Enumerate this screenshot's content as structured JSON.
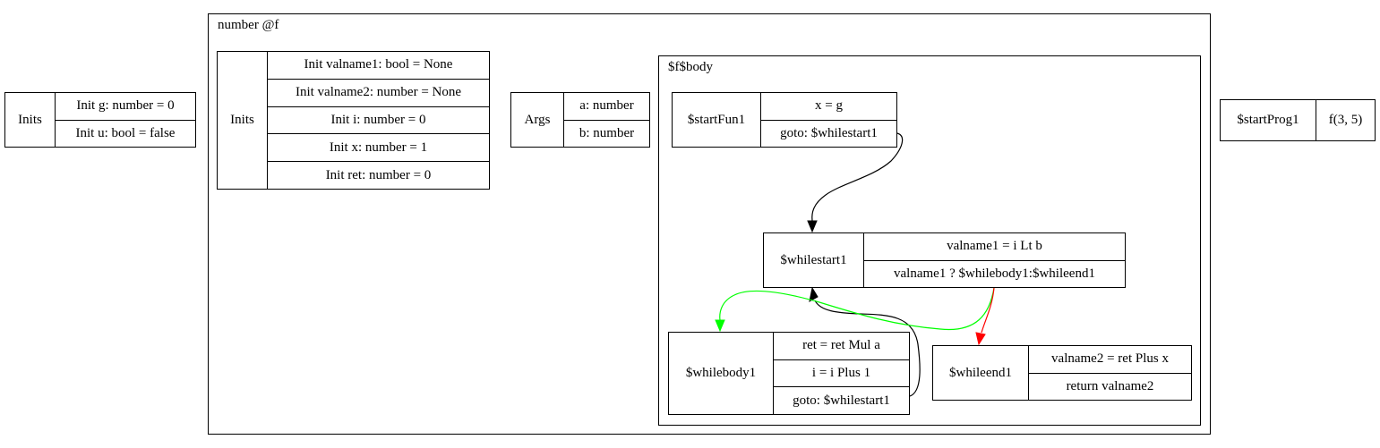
{
  "global_inits": {
    "label": "Inits",
    "rows": [
      "Init g: number = 0",
      "Init u: bool = false"
    ]
  },
  "function_cluster": {
    "title": "number @f",
    "inits": {
      "label": "Inits",
      "rows": [
        "Init valname1: bool = None",
        "Init valname2: number = None",
        "Init i: number = 0",
        "Init x: number = 1",
        "Init ret: number = 0"
      ]
    },
    "args": {
      "label": "Args",
      "rows": [
        "a: number",
        "b: number"
      ]
    },
    "body_cluster": {
      "title": "$f$body",
      "startFun": {
        "label": "$startFun1",
        "rows": [
          "x = g",
          "goto: $whilestart1"
        ]
      },
      "whilestart": {
        "label": "$whilestart1",
        "rows": [
          "valname1 = i Lt b",
          "valname1 ? $whilebody1:$whileend1"
        ]
      },
      "whilebody": {
        "label": "$whilebody1",
        "rows": [
          "ret = ret Mul a",
          "i = i Plus 1",
          "goto: $whilestart1"
        ]
      },
      "whileend": {
        "label": "$whileend1",
        "rows": [
          "valname2 = ret Plus x",
          "return valname2"
        ]
      }
    }
  },
  "startProg": {
    "label": "$startProg1",
    "rows": [
      "f(3, 5)"
    ]
  },
  "edge_colors": {
    "default": "#000000",
    "true_branch": "#00ff00",
    "false_branch": "#ff0000"
  }
}
